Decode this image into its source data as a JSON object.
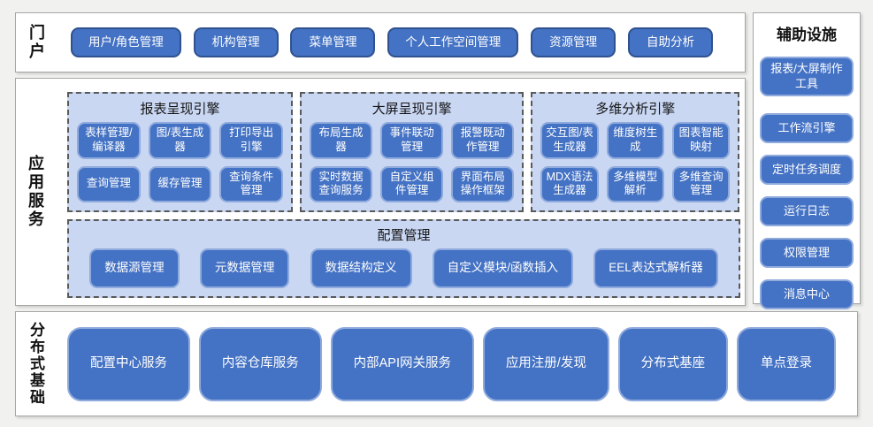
{
  "colors": {
    "page_bg": "#f1f1ef",
    "panel_border": "#a6a6a6",
    "button_fill": "#4472c4",
    "button_border_dark": "#2f528f",
    "button_border_light": "#8faadc",
    "group_bg": "#c9d7f3"
  },
  "portal": {
    "label": "门户",
    "items": [
      "用户/角色管理",
      "机构管理",
      "菜单管理",
      "个人工作空间管理",
      "资源管理",
      "自助分析"
    ]
  },
  "app_services": {
    "label": "应用服务",
    "groups": [
      {
        "title": "报表呈现引擎",
        "items": [
          "表样管理/编译器",
          "图/表生成器",
          "打印导出引擎",
          "查询管理",
          "缓存管理",
          "查询条件管理"
        ]
      },
      {
        "title": "大屏呈现引擎",
        "items": [
          "布局生成器",
          "事件联动管理",
          "报警既动作管理",
          "实时数据查询服务",
          "自定义组件管理",
          "界面布局操作框架"
        ]
      },
      {
        "title": "多维分析引擎",
        "items": [
          "交互图/表生成器",
          "维度树生成",
          "图表智能映射",
          "MDX语法生成器",
          "多维模型解析",
          "多维查询管理"
        ]
      }
    ],
    "config_group": {
      "title": "配置管理",
      "items": [
        "数据源管理",
        "元数据管理",
        "数据结构定义",
        "自定义模块/函数插入",
        "EEL表达式解析器"
      ]
    }
  },
  "distributed": {
    "label": "分布式基础",
    "items": [
      "配置中心服务",
      "内容仓库服务",
      "内部API网关服务",
      "应用注册/发现",
      "分布式基座",
      "单点登录"
    ]
  },
  "auxiliary": {
    "title": "辅助设施",
    "items": [
      "报表/大屏制作工具",
      "工作流引擎",
      "定时任务调度",
      "运行日志",
      "权限管理",
      "消息中心"
    ]
  }
}
